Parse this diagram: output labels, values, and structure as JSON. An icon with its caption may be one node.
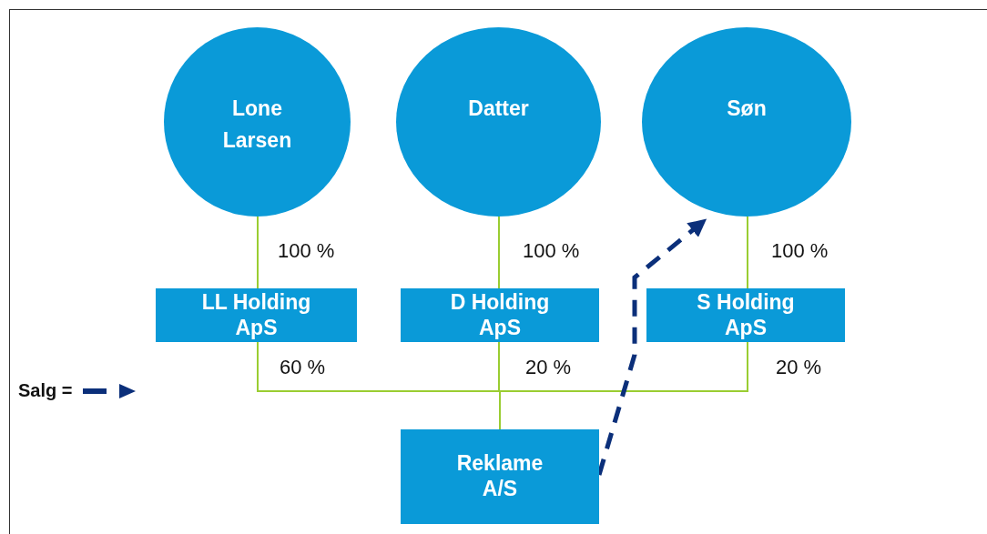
{
  "diagram": {
    "nodes": [
      {
        "text": [
          "Lone Larsen"
        ]
      },
      {
        "text": [
          "Datter"
        ]
      },
      {
        "text": [
          "Søn"
        ]
      },
      {
        "text": [
          "LL Holding ApS"
        ]
      },
      {
        "text": [
          "D Holding ApS"
        ]
      },
      {
        "text": [
          "S Holding ApS"
        ]
      },
      {
        "text": [
          "Reklame A/S"
        ]
      }
    ],
    "edges": [
      {
        "from": 0,
        "to": 3,
        "arrow": "none",
        "label": "100 %"
      },
      {
        "from": 1,
        "to": 4,
        "arrow": "none",
        "label": "100 %"
      },
      {
        "from": 2,
        "to": 5,
        "arrow": "none",
        "label": "100 %"
      },
      {
        "from": 3,
        "to": 6,
        "arrow": "none",
        "label": "60 %"
      },
      {
        "from": 4,
        "to": 6,
        "arrow": "none",
        "label": "20 %"
      },
      {
        "from": 5,
        "to": 6,
        "arrow": "none",
        "label": "20 %"
      },
      {
        "from": 6,
        "to": 2,
        "arrow": "to",
        "style": "dashed",
        "color": "#0b2f7a"
      }
    ],
    "legend": [
      {
        "text": "Salg ="
      }
    ]
  }
}
